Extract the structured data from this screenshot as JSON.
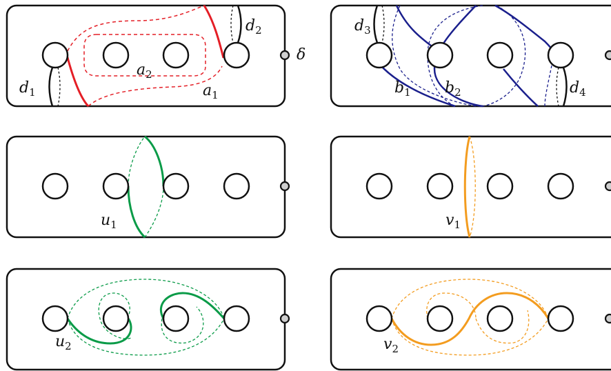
{
  "colors": {
    "red": "#e41e26",
    "blue": "#1a1f8c",
    "green": "#0a9b48",
    "orange": "#f39c1f",
    "black": "#111111",
    "boundary_fill": "#cfcfcf"
  },
  "labels": {
    "a1": {
      "base": "a",
      "sub": "1"
    },
    "a2": {
      "base": "a",
      "sub": "2"
    },
    "d1": {
      "base": "d",
      "sub": "1"
    },
    "d2": {
      "base": "d",
      "sub": "2"
    },
    "d3": {
      "base": "d",
      "sub": "3"
    },
    "d4": {
      "base": "d",
      "sub": "4"
    },
    "b1": {
      "base": "b",
      "sub": "1"
    },
    "b2": {
      "base": "b",
      "sub": "2"
    },
    "u1": {
      "base": "u",
      "sub": "1"
    },
    "v1": {
      "base": "v",
      "sub": "1"
    },
    "u2": {
      "base": "u",
      "sub": "2"
    },
    "v2": {
      "base": "v",
      "sub": "2"
    },
    "delta": "δ"
  },
  "panels": [
    {
      "id": "a-curves",
      "curves": [
        "a1",
        "a2",
        "d1",
        "d2"
      ]
    },
    {
      "id": "b-curves",
      "curves": [
        "b1",
        "b2",
        "d3",
        "d4"
      ]
    },
    {
      "id": "u1-curve",
      "curves": [
        "u1"
      ]
    },
    {
      "id": "v1-curve",
      "curves": [
        "v1"
      ]
    },
    {
      "id": "u2-curve",
      "curves": [
        "u2"
      ]
    },
    {
      "id": "v2-curve",
      "curves": [
        "v2"
      ]
    }
  ]
}
